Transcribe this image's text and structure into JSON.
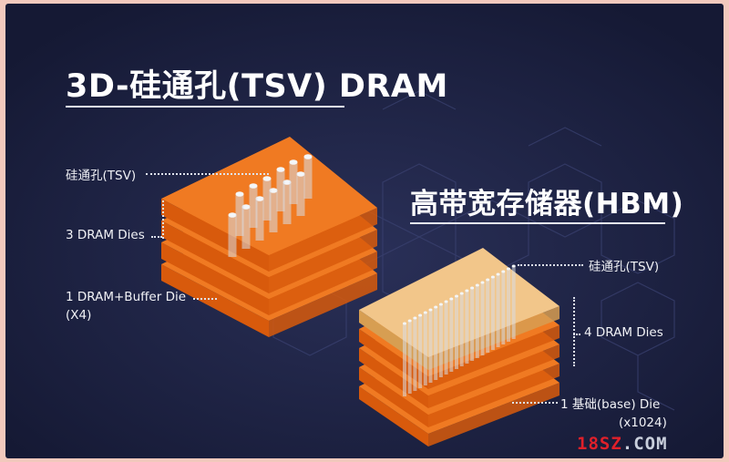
{
  "left_title": "3D-硅通孔(TSV) DRAM",
  "right_title": "高带宽存储器(HBM)",
  "left_labels": {
    "tsv": "硅通孔(TSV)",
    "dram_dies": "3 DRAM Dies",
    "buffer_die_line1": "1 DRAM+Buffer Die",
    "buffer_die_line2": "(X4)"
  },
  "right_labels": {
    "tsv": "硅通孔(TSV)",
    "dram_dies": "4 DRAM Dies",
    "base_die_line1": "1 基础(base) Die",
    "base_die_line2": "(x1024)"
  },
  "watermark": {
    "brand": "18SZ",
    "suffix": ".COM"
  },
  "colors": {
    "background": "#1c2140",
    "frame": "#f2c9bd",
    "die_top": "#f07a22",
    "die_side": "#d85a0c",
    "base_top": "#f2c68a",
    "base_side": "#d79e52",
    "tsv_pillar": "#d9dde4"
  }
}
